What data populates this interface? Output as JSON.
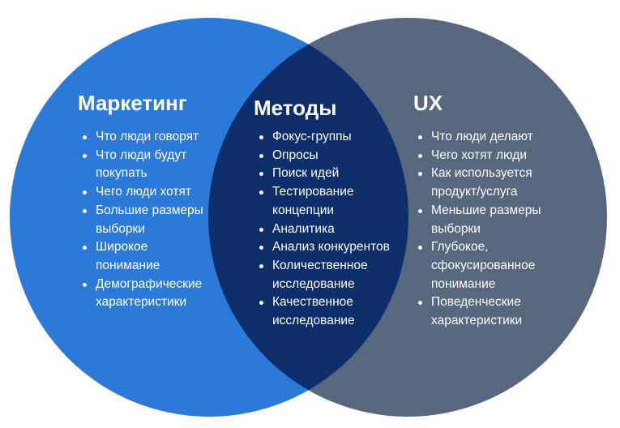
{
  "colors": {
    "left_circle": "#2b7ad9",
    "right_circle": "#56677e",
    "overlap": "#0e2d6b",
    "text": "#ffffff"
  },
  "sets": {
    "left": {
      "title": "Маркетинг",
      "items": [
        "Что люди говорят",
        "Что люди будут\nпокупать",
        "Чего люди хотят",
        "Большие размеры\nвыборки",
        "Широкое\nпонимание",
        "Демографические\nхарактеристики"
      ]
    },
    "center": {
      "title": "Методы",
      "items": [
        "Фокус-группы",
        "Опросы",
        "Поиск идей",
        "Тестирование\nконцепции",
        "Аналитика",
        "Анализ конкурентов",
        "Количественное\nисследование",
        "Качественное\nисследование"
      ]
    },
    "right": {
      "title": "UX",
      "items": [
        "Что люди делают",
        "Чего хотят люди",
        "Как используется\nпродукт/услуга",
        "Меньшие размеры\nвыборки",
        "Глубокое,\nсфокусированное\nпонимание",
        "Поведенческие\nхарактеристики"
      ]
    }
  }
}
